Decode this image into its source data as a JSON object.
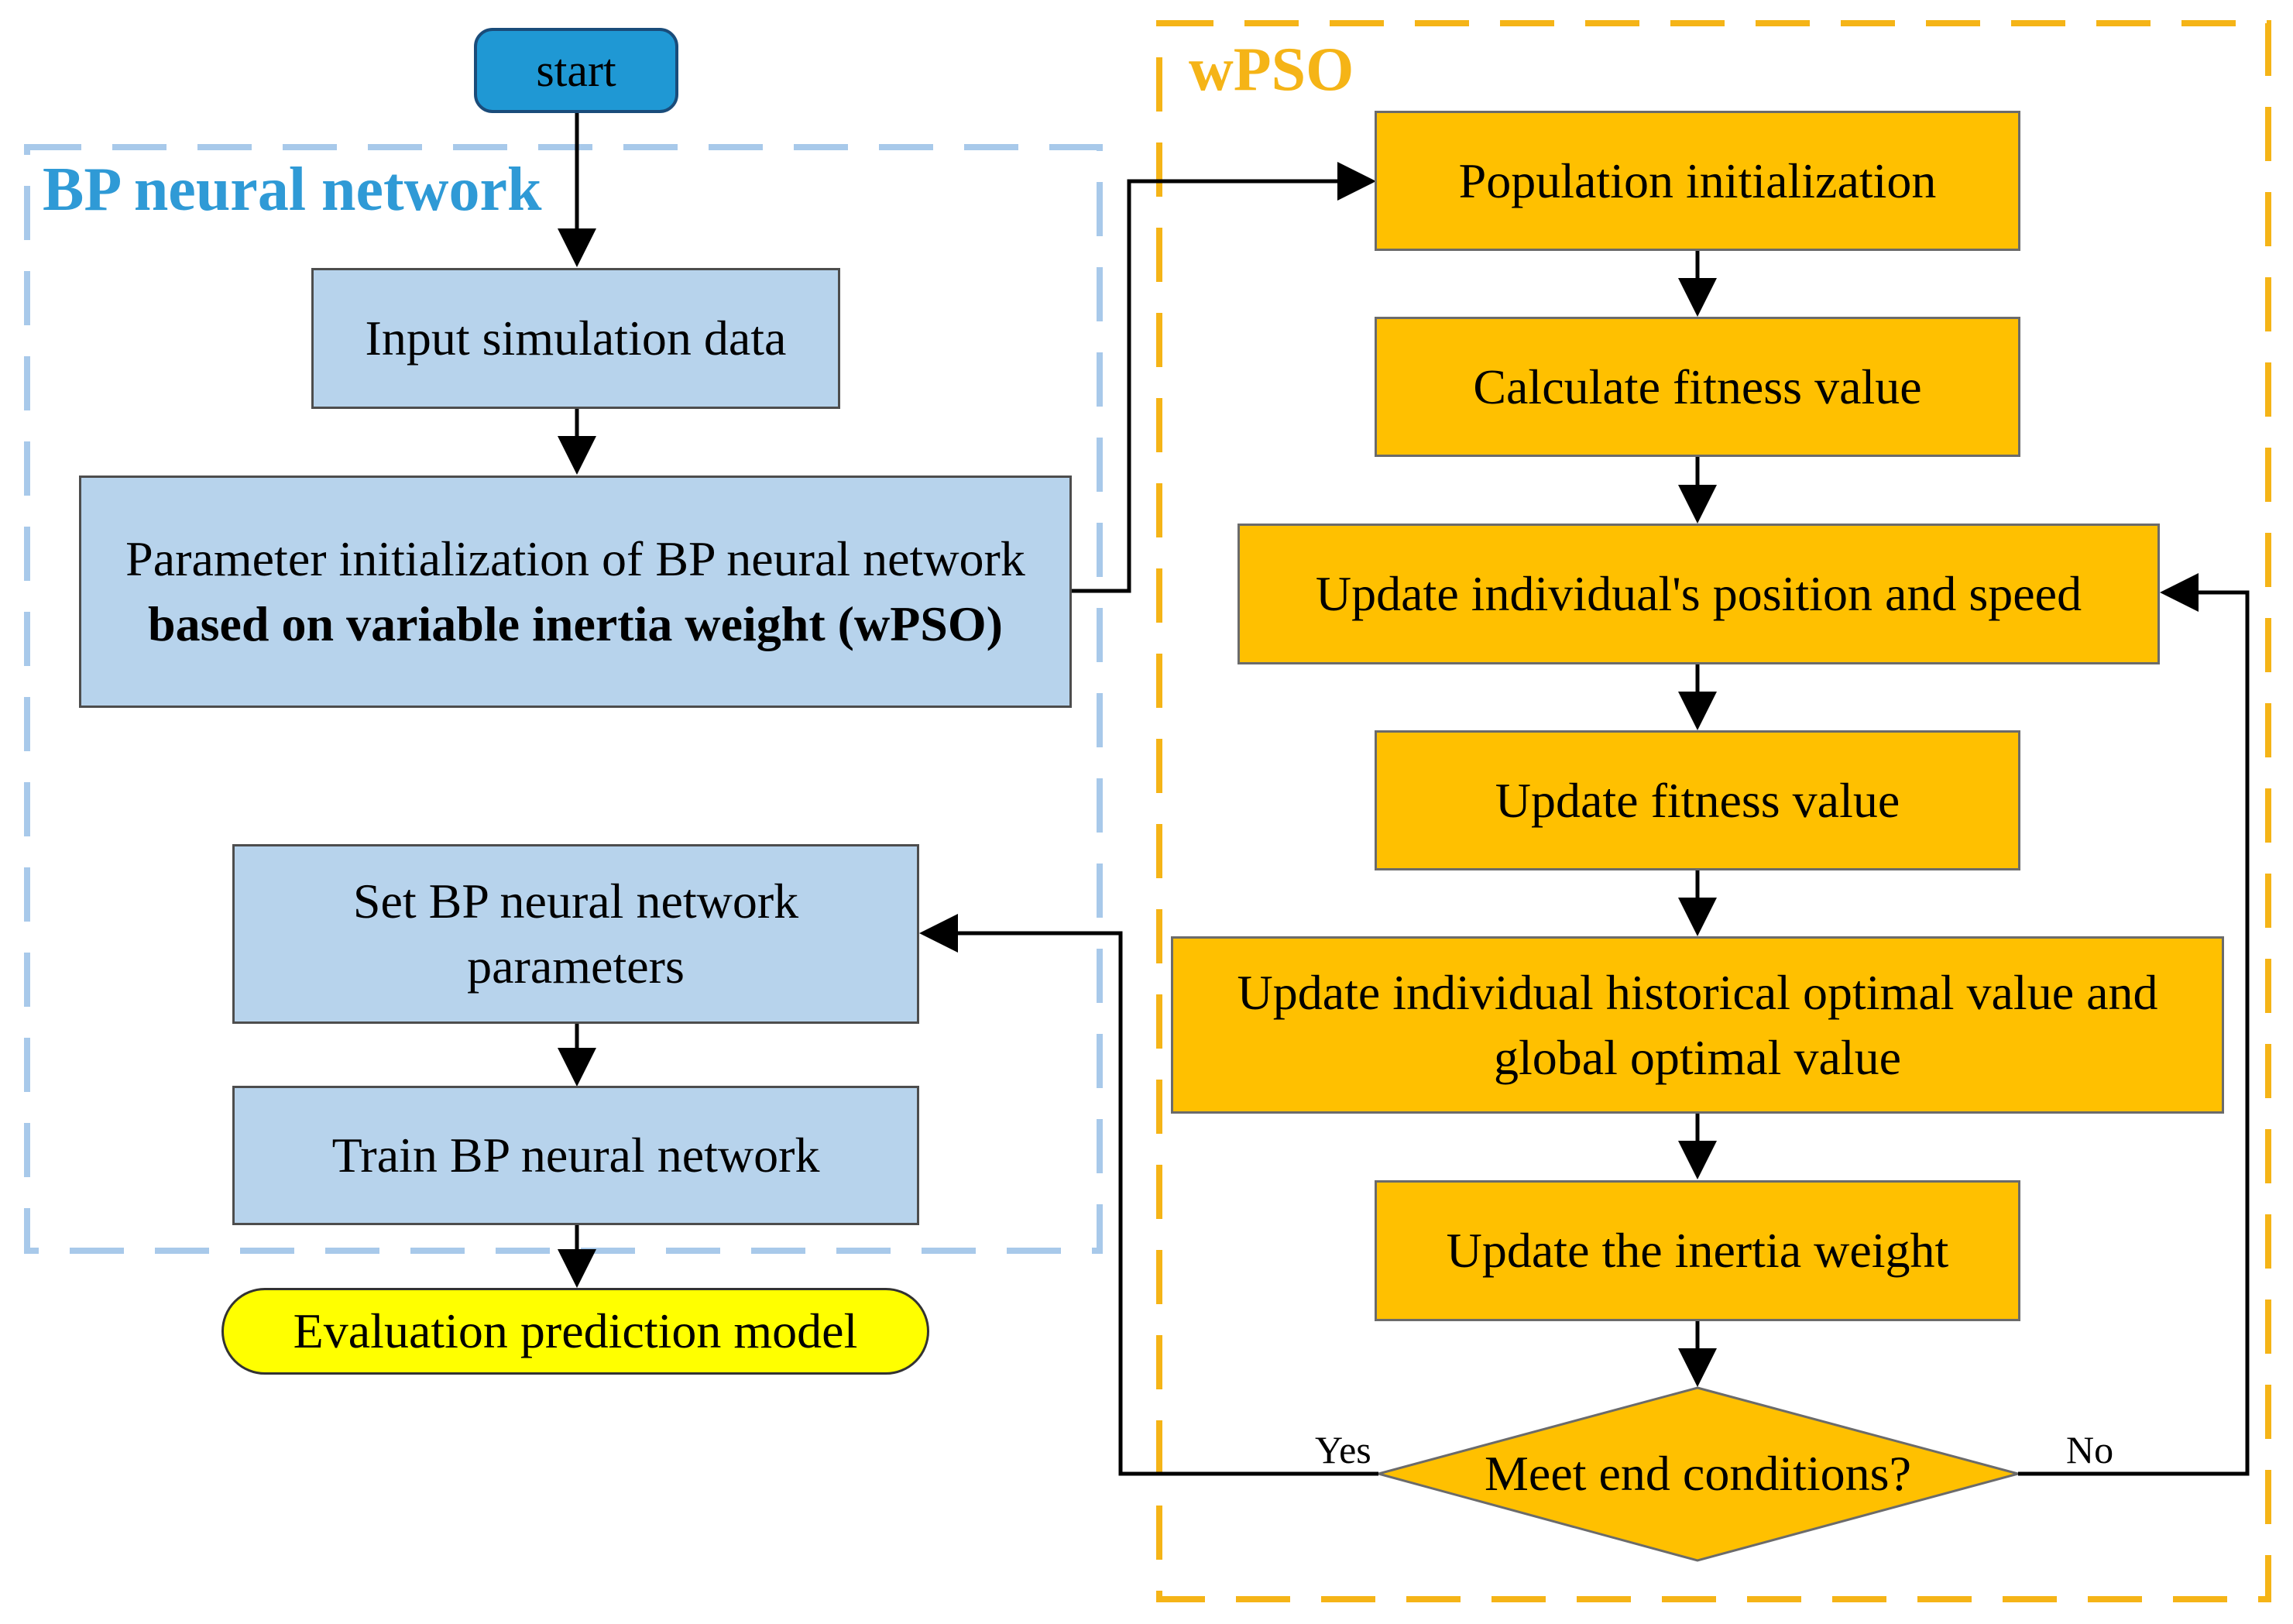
{
  "colors": {
    "bp_group": "#5aa9e6",
    "wpso_group": "#f5b417",
    "bp_box": "#b7d3ec",
    "wpso_box": "#ffc000",
    "start": "#1f98d4",
    "evaluation": "#ffff00"
  },
  "groups": {
    "bp": {
      "title": "BP neural network"
    },
    "wpso": {
      "title": "wPSO"
    }
  },
  "nodes": {
    "start": "start",
    "input_data": "Input simulation data",
    "param_init_line1": "Parameter initialization of BP neural network",
    "param_init_line2": "based on variable inertia weight (wPSO)",
    "set_params_line1": "Set BP neural network",
    "set_params_line2": "parameters",
    "train": "Train BP neural network",
    "evaluation": "Evaluation prediction model",
    "population_init": "Population initialization",
    "calc_fitness": "Calculate fitness value",
    "update_position_speed": "Update individual's position and speed",
    "update_fitness": "Update fitness value",
    "update_optimal_line1": "Update individual historical optimal value and",
    "update_optimal_line2": "global optimal value",
    "update_inertia": "Update the inertia weight",
    "decision": "Meet end conditions?"
  },
  "edge_labels": {
    "yes": "Yes",
    "no": "No"
  }
}
